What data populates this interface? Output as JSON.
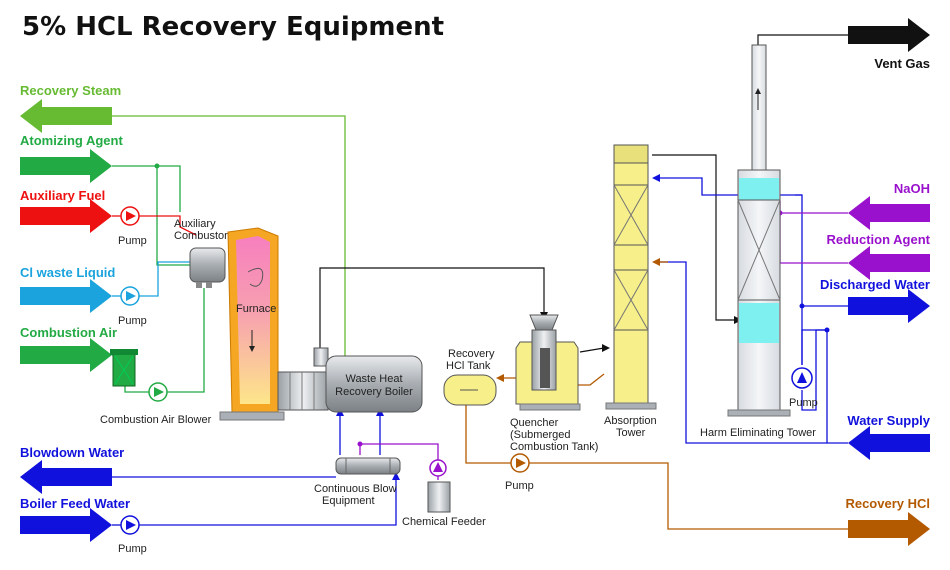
{
  "title": "5% HCL Recovery Equipment",
  "inputs_left": {
    "recovery_steam": "Recovery Steam",
    "atomizing_agent": "Atomizing Agent",
    "auxiliary_fuel": "Auxiliary Fuel",
    "cl_waste_liquid": "Cl waste Liquid",
    "combustion_air": "Combustion Air",
    "blowdown_water": "Blowdown Water",
    "boiler_feed_water": "Boiler Feed Water"
  },
  "outputs_right": {
    "vent_gas": "Vent Gas",
    "naoh": "NaOH",
    "reduction_agent": "Reduction Agent",
    "discharged_water": "Discharged Water",
    "water_supply": "Water Supply",
    "recovery_hcl": "Recovery HCl"
  },
  "equipment": {
    "pump": "Pump",
    "auxiliary_combustor_1": "Auxiliary",
    "auxiliary_combustor_2": "Combustor",
    "furnace": "Furnace",
    "combustion_air_blower": "Combustion Air Blower",
    "waste_heat_boiler_1": "Waste Heat",
    "waste_heat_boiler_2": "Recovery Boiler",
    "recovery_tank_1": "Recovery",
    "recovery_tank_2": "HCl Tank",
    "quencher_1": "Quencher",
    "quencher_2": "(Submerged",
    "quencher_3": "Combustion Tank)",
    "absorption_tower_1": "Absorption",
    "absorption_tower_2": "Tower",
    "harm_eliminating_tower": "Harm Eliminating Tower",
    "continuous_blow_1": "Continuous Blow",
    "continuous_blow_2": "Equipment",
    "chemical_feeder": "Chemical Feeder"
  },
  "colors": {
    "steam_green_light": "#66bb33",
    "green": "#22aa44",
    "red": "#ee1111",
    "cyan": "#1aa3dd",
    "blue": "#1111dd",
    "purple": "#9911cc",
    "brown": "#b35a00",
    "black": "#111111",
    "furnace_orange": "#f5a623",
    "furnace_pink": "#f77fbe",
    "tower_yellow": "#f7f08a",
    "tower_cyan": "#7ff0f0",
    "gray": "#aab0b6"
  }
}
